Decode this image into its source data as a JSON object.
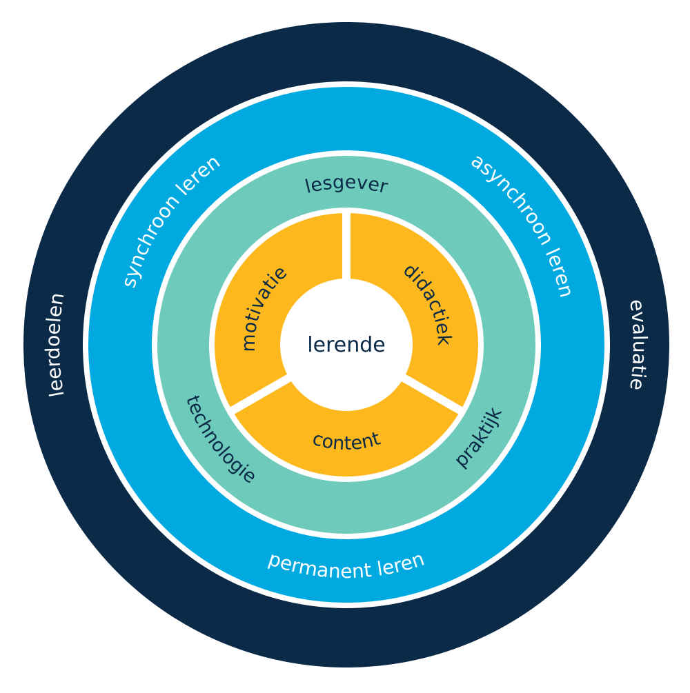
{
  "diagram": {
    "type": "concentric-rings",
    "colors": {
      "outer_ring": "#0a2a47",
      "second_ring": "#00a9df",
      "third_ring": "#6ecabb",
      "inner_ring": "#fdb81e",
      "center": "#ffffff",
      "dark_text": "#0a2a47",
      "light_text": "#ffffff"
    },
    "center": {
      "label": "lerende"
    },
    "rings": [
      {
        "id": "outer",
        "labels": [
          {
            "text": "leerdoelen",
            "position": "left"
          },
          {
            "text": "evaluatie",
            "position": "right"
          }
        ]
      },
      {
        "id": "second",
        "labels": [
          {
            "text": "synchroon leren",
            "position": "top-left"
          },
          {
            "text": "asynchroon leren",
            "position": "top-right"
          },
          {
            "text": "permanent leren",
            "position": "bottom"
          }
        ]
      },
      {
        "id": "third",
        "labels": [
          {
            "text": "lesgever",
            "position": "top"
          },
          {
            "text": "technologie",
            "position": "bottom-left"
          },
          {
            "text": "praktijk",
            "position": "bottom-right"
          }
        ]
      },
      {
        "id": "inner",
        "segments": [
          {
            "text": "motivatie",
            "position": "top-left"
          },
          {
            "text": "didactiek",
            "position": "top-right"
          },
          {
            "text": "content",
            "position": "bottom"
          }
        ]
      }
    ]
  }
}
